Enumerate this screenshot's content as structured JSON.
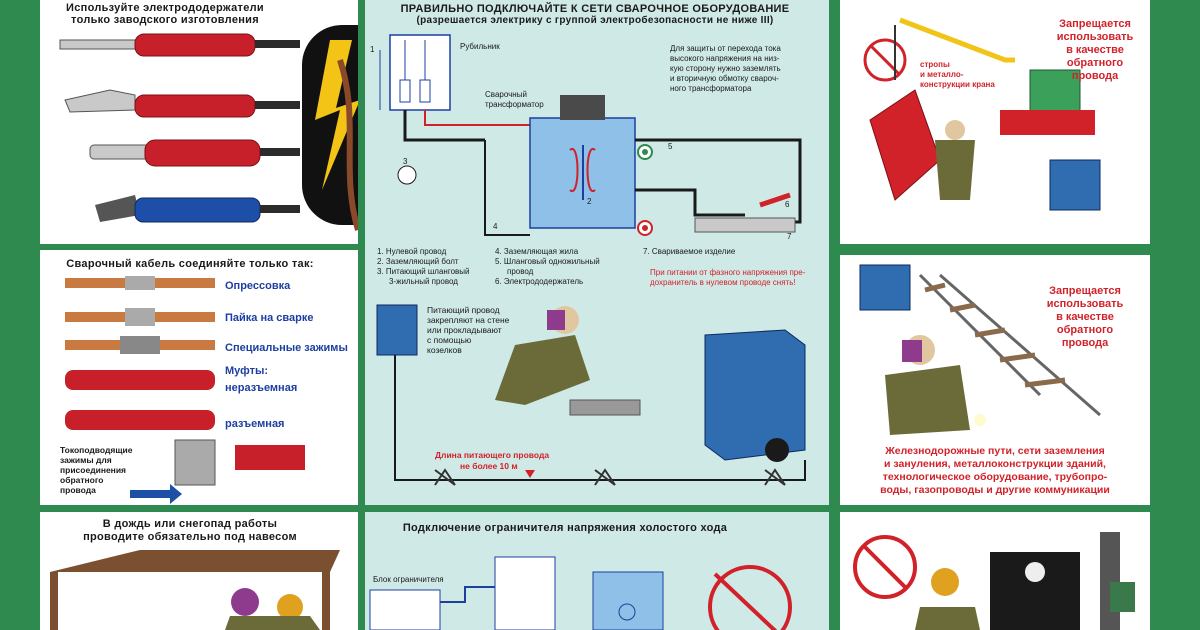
{
  "panel_holders": {
    "title_line1": "Используйте электрододержатели",
    "title_line2": "только заводского изготовления"
  },
  "panel_wiring": {
    "title_line1": "ПРАВИЛЬНО ПОДКЛЮЧАЙТЕ К СЕТИ СВАРОЧНОЕ ОБОРУДОВАНИЕ",
    "title_line2": "(разрешается электрику с группой электробезопасности не ниже III)",
    "switch_label": "Рубильник",
    "transformer_label_1": "Сварочный",
    "transformer_label_2": "трансформатор",
    "note_1": "Для защиты от перехода тока",
    "note_2": "высокого напряжения на низ-",
    "note_3": "кую сторону нужно заземлять",
    "note_4": "и вторичную обмотку свароч-",
    "note_5": "ного трансформатора",
    "legend": [
      "1. Нулевой провод",
      "2. Заземляющий болт",
      "3. Питающий шланговый",
      "3-жильный провод",
      "4. Заземляющая жила",
      "5. Шланговый одножильный",
      "провод",
      "6. Электрододержатель",
      "7. Свариваемое изделие"
    ],
    "phase_note_1": "При питании от фазного напряжения пре-",
    "phase_note_2": "дохранитель в нулевом проводе снять!",
    "supply_note_1": "Питающий провод",
    "supply_note_2": "закрепляют на стене",
    "supply_note_3": "или прокладывают",
    "supply_note_4": "с помощью",
    "supply_note_5": "козелков",
    "length_note_1": "Длина питающего провода",
    "length_note_2": "не более 10 м",
    "numbers": [
      "1",
      "2",
      "3",
      "4",
      "5",
      "6",
      "7"
    ]
  },
  "panel_crane": {
    "warning": [
      "Запрещается",
      "использовать",
      "в качестве",
      "обратного",
      "провода"
    ],
    "label": [
      "стропы",
      "и металло-",
      "конструкции крана"
    ]
  },
  "panel_cable": {
    "title": "Сварочный кабель соединяйте только так:",
    "items": [
      "Опрессовка",
      "Пайка на сварке",
      "Специальные зажимы",
      "Муфты:",
      "неразъемная",
      "разъемная"
    ],
    "clamps": [
      "Токоподводящие",
      "зажимы для",
      "присоединения",
      "обратного",
      "провода"
    ]
  },
  "panel_rails": {
    "warning": [
      "Запрещается",
      "использовать",
      "в качестве",
      "обратного",
      "провода"
    ],
    "bottom": [
      "Железнодорожные пути, сети заземления",
      "и зануления, металлоконструкции зданий,",
      "технологическое оборудование, трубопро-",
      "воды, газопроводы и другие коммуникации"
    ]
  },
  "panel_rain": {
    "title_line1": "В дождь или снегопад работы",
    "title_line2": "проводите обязательно под навесом"
  },
  "panel_limiter": {
    "title": "Подключение ограничителя напряжения холостого хода",
    "block_label": "Блок ограничителя"
  },
  "colors": {
    "border": "#2e8a4e",
    "teal": "#cfe9e6",
    "red": "#d1222a",
    "blue": "#1d3fa0"
  }
}
